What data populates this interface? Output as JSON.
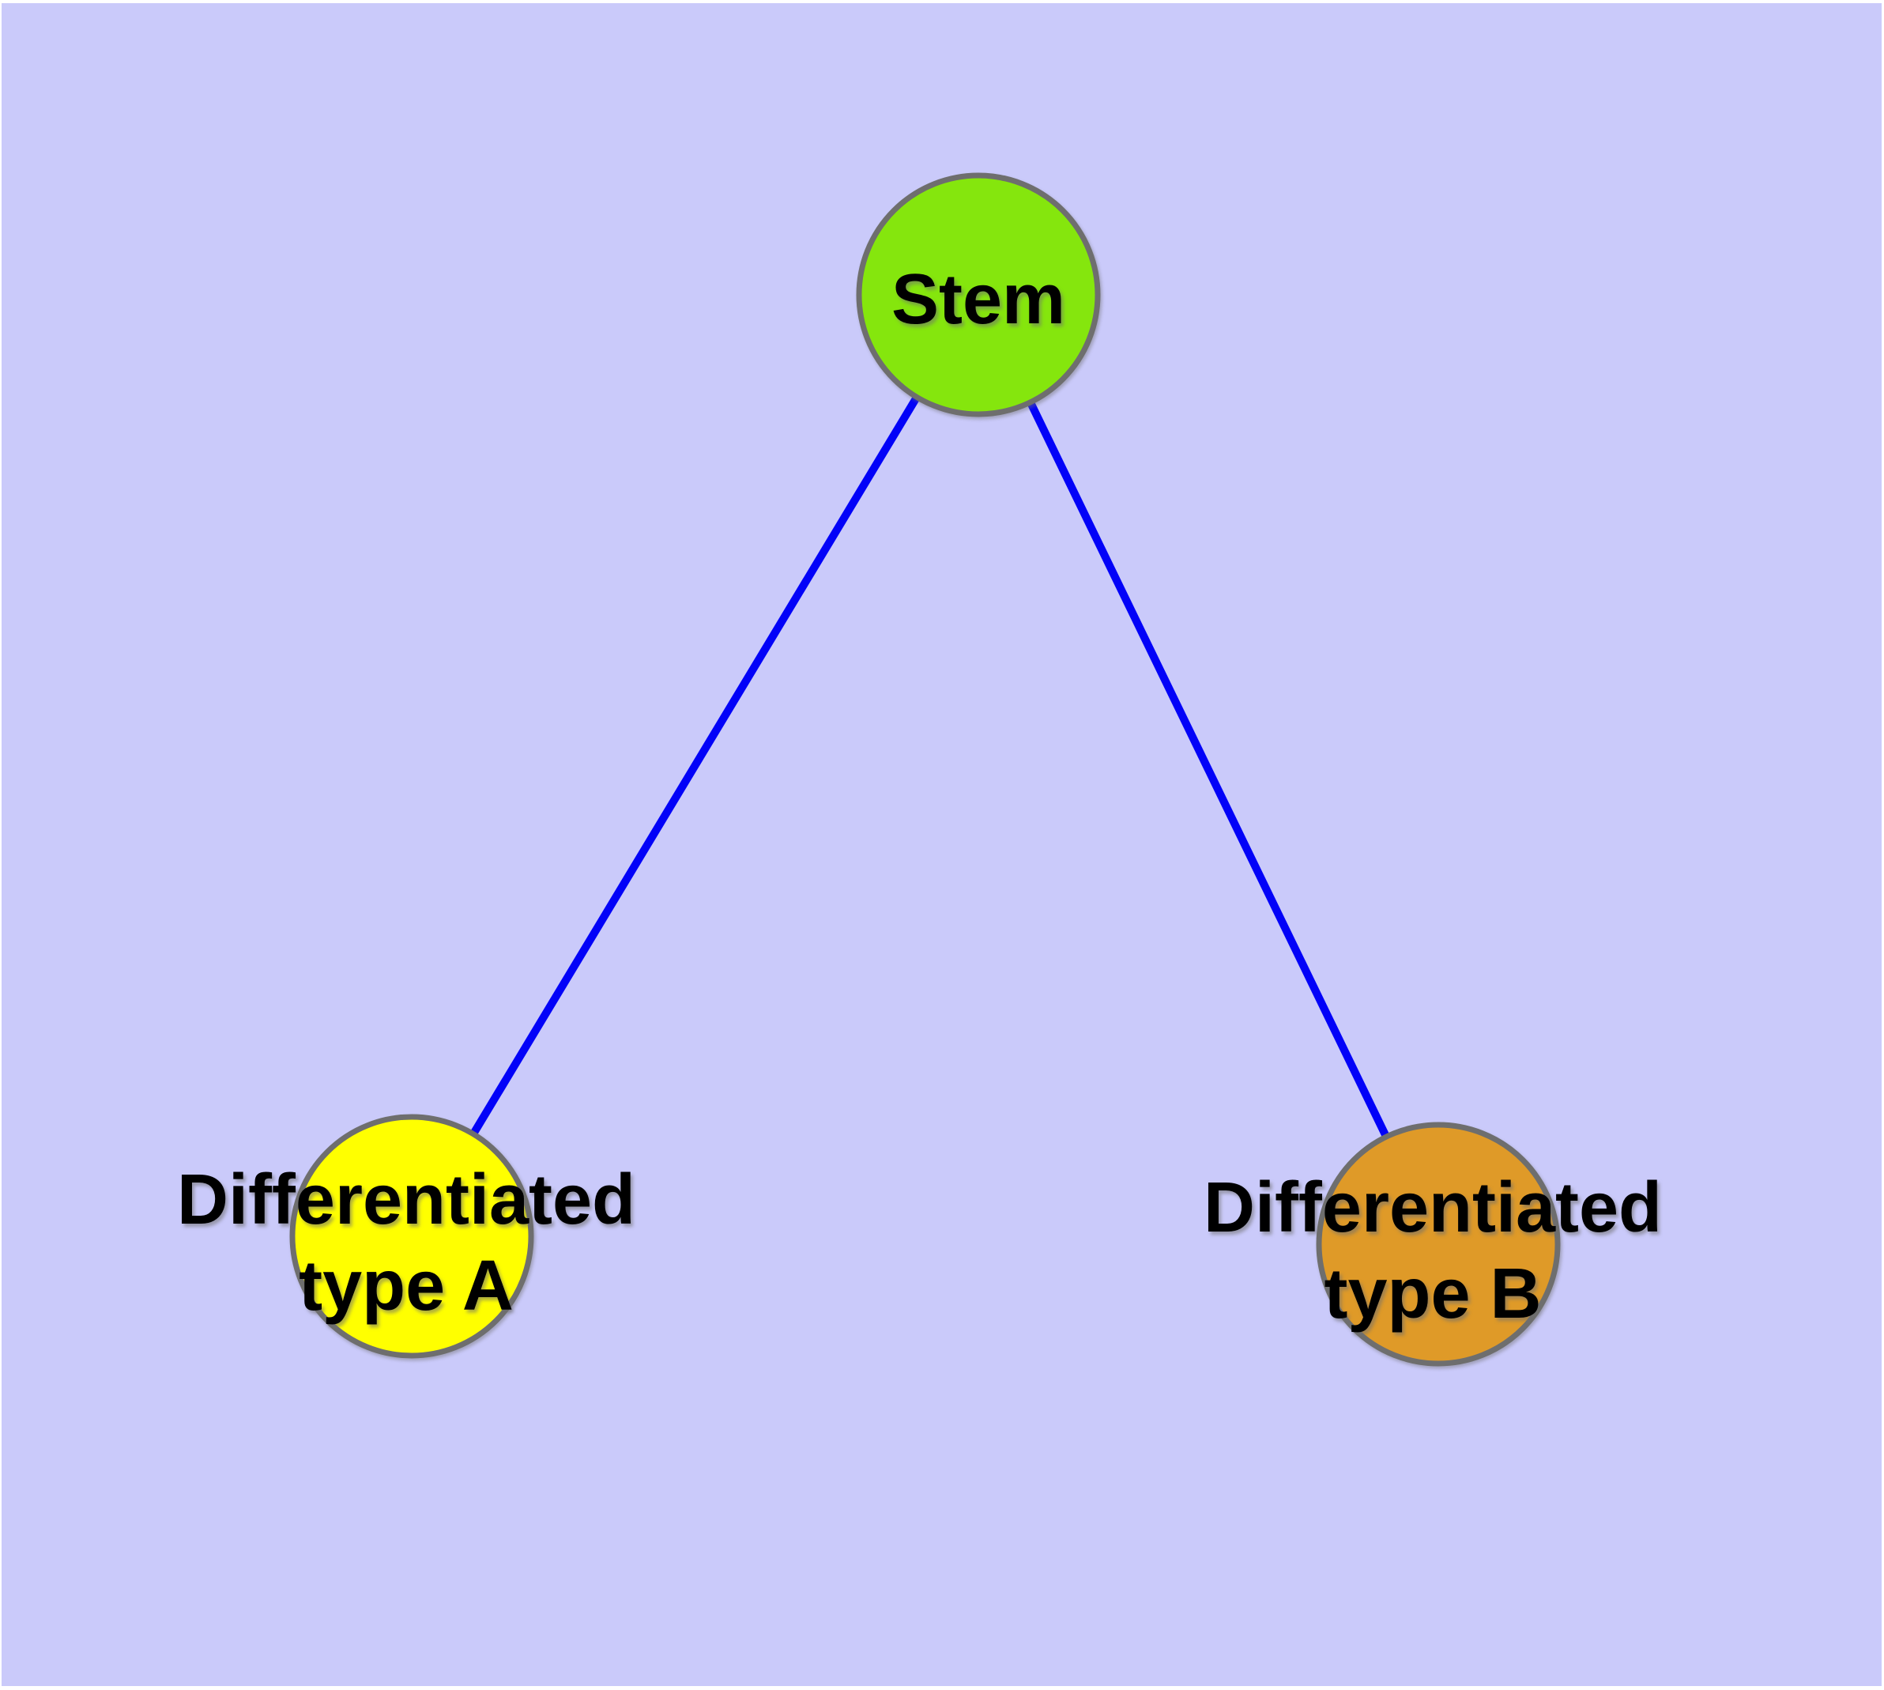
{
  "figure": {
    "background_color": "#cacafa",
    "frame_color": "#ffffff",
    "node_border_color": "#6e6e6e",
    "edge_color": "#0202f8",
    "label_color": "#000000",
    "nodes": [
      {
        "id": "stem",
        "label": "Stem",
        "line1": "Stem",
        "line2": "",
        "fill": "#85e60d"
      },
      {
        "id": "differentiated-type-a",
        "label": "Differentiated type A",
        "line1": "Differentiated",
        "line2": "type A",
        "fill": "#ffff00"
      },
      {
        "id": "differentiated-type-b",
        "label": "Differentiated type B",
        "line1": "Differentiated",
        "line2": "type B",
        "fill": "#df9a28"
      }
    ],
    "edges": [
      {
        "from": "stem",
        "to": "differentiated-type-a"
      },
      {
        "from": "stem",
        "to": "differentiated-type-b"
      }
    ]
  }
}
